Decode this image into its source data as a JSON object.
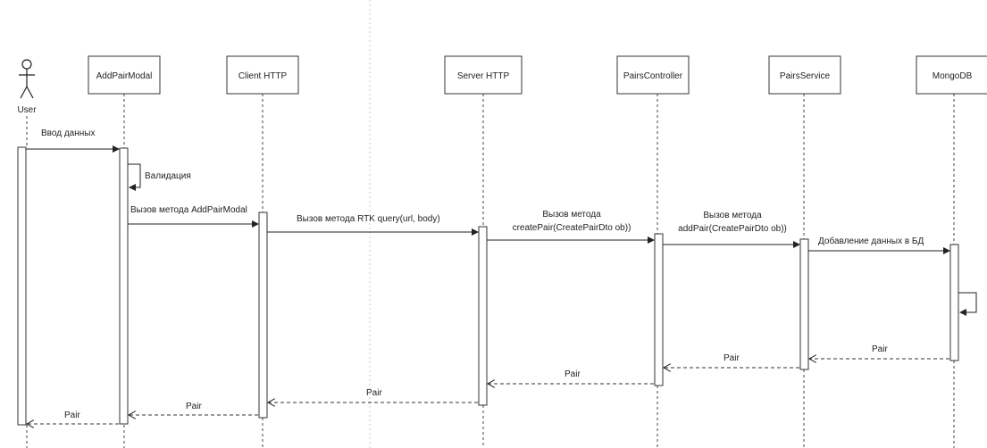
{
  "diagram": {
    "participants": [
      {
        "id": "user",
        "label": "User",
        "kind": "actor"
      },
      {
        "id": "modal",
        "label": "AddPairModal",
        "kind": "box"
      },
      {
        "id": "client",
        "label": "Client HTTP",
        "kind": "box"
      },
      {
        "id": "server",
        "label": "Server HTTP",
        "kind": "box"
      },
      {
        "id": "controller",
        "label": "PairsController",
        "kind": "box"
      },
      {
        "id": "service",
        "label": "PairsService",
        "kind": "box"
      },
      {
        "id": "db",
        "label": "MongoDB",
        "kind": "box"
      }
    ],
    "messages": [
      {
        "id": "m1",
        "from": "user",
        "to": "modal",
        "label": [
          "Ввод данных"
        ],
        "kind": "sync"
      },
      {
        "id": "m2",
        "from": "modal",
        "to": "modal",
        "label": [
          "Валидация"
        ],
        "kind": "self"
      },
      {
        "id": "m3",
        "from": "modal",
        "to": "client",
        "label": [
          "Вызов метода AddPairModal"
        ],
        "kind": "sync"
      },
      {
        "id": "m4",
        "from": "client",
        "to": "server",
        "label": [
          "Вызов метода RTK query(url, body)"
        ],
        "kind": "sync"
      },
      {
        "id": "m5",
        "from": "server",
        "to": "controller",
        "label": [
          "Вызов метода",
          "createPair(CreatePairDto ob))"
        ],
        "kind": "sync"
      },
      {
        "id": "m6",
        "from": "controller",
        "to": "service",
        "label": [
          "Вызов метода",
          "addPair(CreatePairDto ob))"
        ],
        "kind": "sync"
      },
      {
        "id": "m7",
        "from": "service",
        "to": "db",
        "label": [
          "Добавление данных в БД"
        ],
        "kind": "sync"
      },
      {
        "id": "m8",
        "from": "db",
        "to": "db",
        "label": [],
        "kind": "self"
      },
      {
        "id": "r1",
        "from": "db",
        "to": "service",
        "label": [
          "Pair"
        ],
        "kind": "return"
      },
      {
        "id": "r2",
        "from": "service",
        "to": "controller",
        "label": [
          "Pair"
        ],
        "kind": "return"
      },
      {
        "id": "r3",
        "from": "controller",
        "to": "server",
        "label": [
          "Pair"
        ],
        "kind": "return"
      },
      {
        "id": "r4",
        "from": "server",
        "to": "client",
        "label": [
          "Pair"
        ],
        "kind": "return"
      },
      {
        "id": "r5",
        "from": "client",
        "to": "modal",
        "label": [
          "Pair"
        ],
        "kind": "return"
      },
      {
        "id": "r6",
        "from": "modal",
        "to": "user",
        "label": [
          "Pair"
        ],
        "kind": "return"
      }
    ]
  }
}
